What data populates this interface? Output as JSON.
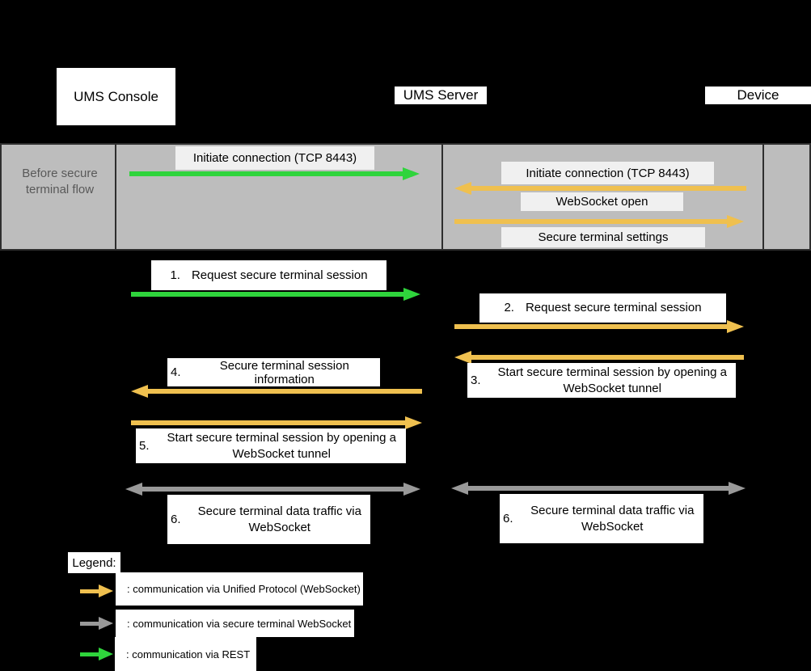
{
  "colors": {
    "background": "#000000",
    "unified": "#EFC04F",
    "secure_terminal": "#999999",
    "rest": "#2FD43C",
    "band_bg": "#BDBDBD",
    "band_border": "#2E2E2E",
    "band_text": "#595959",
    "band_label_box_bg": "#F0F0F0",
    "box_bg": "#FFFFFF"
  },
  "actors": {
    "console": "UMS Console",
    "server": "UMS Server",
    "device": "Device"
  },
  "pre_flow": {
    "label": "Before secure terminal flow",
    "console_server": {
      "message": "Initiate connection (TCP 8443)",
      "protocol": "rest",
      "direction": "right"
    },
    "server_device": [
      {
        "message": "Initiate connection (TCP 8443)",
        "protocol": "unified",
        "direction": "left"
      },
      {
        "message": "WebSocket open",
        "protocol": "unified",
        "direction": "right"
      },
      {
        "message": "Secure terminal settings",
        "protocol": "unified",
        "direction": "right"
      }
    ]
  },
  "steps": [
    {
      "num": "1.",
      "text": "Request secure terminal session",
      "protocol": "rest",
      "direction": "right",
      "lane": "console-server"
    },
    {
      "num": "2.",
      "text": "Request secure terminal session",
      "protocol": "unified",
      "direction": "right",
      "lane": "server-device"
    },
    {
      "num": "3.",
      "text": "Start secure terminal session by opening a WebSocket tunnel",
      "protocol": "unified",
      "direction": "left",
      "lane": "server-device"
    },
    {
      "num": "4.",
      "text": "Secure terminal session information",
      "protocol": "unified",
      "direction": "left",
      "lane": "console-server"
    },
    {
      "num": "5.",
      "text": "Start secure terminal session by opening a WebSocket tunnel",
      "protocol": "unified",
      "direction": "right",
      "lane": "console-server"
    },
    {
      "num": "6.",
      "text": "Secure terminal data traffic via WebSocket",
      "protocol": "secure_terminal",
      "direction": "both",
      "lane": "console-server"
    },
    {
      "num": "6.",
      "text": "Secure terminal data traffic via WebSocket",
      "protocol": "secure_terminal",
      "direction": "both",
      "lane": "server-device"
    }
  ],
  "legend": {
    "title": "Legend:",
    "items": [
      {
        "protocol": "unified",
        "text": ": communication via Unified Protocol (WebSocket)"
      },
      {
        "protocol": "secure_terminal",
        "text": ": communication via secure terminal WebSocket"
      },
      {
        "protocol": "rest",
        "text": ": communication via REST"
      }
    ]
  }
}
